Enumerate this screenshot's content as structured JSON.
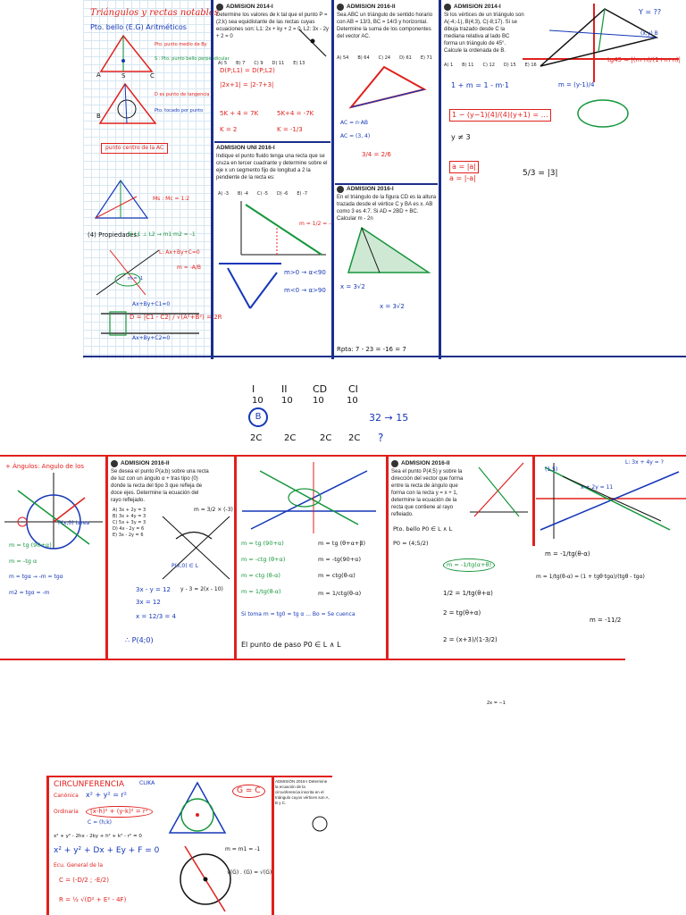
{
  "board1": {
    "col1": {
      "title": "Triángulos y rectas notables",
      "subtitle": "Pto. bello (E.G) Aritméticos",
      "note_a": "Pto. punto medio de By",
      "note_b": "S : Pto. punto bello perpendicular",
      "note_c": "D es punto de tangencia",
      "note_d": "Pto. tocado por punto",
      "note_e": "punto centro de la AC",
      "ratio": "Ms : Mc = 1:2",
      "properties_label": "(4) Propiedades:",
      "perp_note": "Si L1 ⊥ L2 → m1·m2 = -1",
      "line_eq": "L: Ax+By+C=0",
      "slope": "m = -A/B",
      "dist_formula": "D = |C1 - C2| / √(A²+B²) = 2R",
      "line1": "Ax+By+C1=0",
      "line2": "Ax+By+C2=0",
      "circle_note": "m = -1"
    },
    "col2": {
      "exam_title": "ADMISIÓN 2014-I",
      "exam_text": "Determine los valores de k tal que el punto P = (2;k) sea equidistante de las rectas cuyas ecuaciones son: L1: 2x + ky + 2 = 0, L2: 3x - 2y + 2 = 0",
      "options": [
        "A) 5",
        "B) 7",
        "C) 9",
        "D) 11",
        "E) 13"
      ],
      "work": [
        "D(P;L1) = D(P;L2)",
        "|2x+1| = |2-7+3|",
        "5K + 4 = 7K",
        "K = 2",
        "5K+4 = -7K",
        "K = -1/3"
      ],
      "exam2_title": "ADMISIÓN UNI 2016-I",
      "exam2_text": "Indique el punto fluido tenga una recta que se cruza en tercer cuadrante y determine sobre el eje x un segmento fijo de longitud a 2 la pendiente de la recta es:",
      "options2": [
        "A) -3",
        "B) -4",
        "C) -5",
        "D) -6",
        "E) -7"
      ],
      "slope_note": "m = 1/2 = -4",
      "angle_note1": "m>0 → α<90",
      "angle_note2": "m<0 → α>90"
    },
    "col3": {
      "exam_title": "ADMISIÓN 2016-II",
      "exam_text": "Sea ABC un triángulo de sentido horario con AB = 13/3, BC = 14/3 y horizontal. Determine la suma de los componentes del vector AC.",
      "options": [
        "A) 54",
        "B) 64",
        "C) 24",
        "D) 61",
        "E) 71"
      ],
      "exam2_title": "ADMISIÓN 2016-I",
      "exam2_text": "En el triángulo de la figura CD es la altura trazada desde el vértice C y BA es x. AB como 3 es 4:7. Si AD = 2BD + BC. Calcular m - 2n",
      "work": [
        "AC = n·AB",
        "AC = (3, 4)",
        "3/4 = 2/6",
        "x = 3√2",
        "Rpta: 7 - 23 = -16 = 7"
      ]
    },
    "col4": {
      "exam_title": "ADMISIÓN 2014-I",
      "exam_text": "Si los vértices de un triángulo son A(-4;-1), B(4;3), C(-8;17). Si se dibuja trazado desde C la mediana relativa al lado BC forma un triángulo de 45°. Calcule la ordenada de B.",
      "options": [
        "A) 1",
        "B) 11",
        "C) 12",
        "D) 15",
        "E) 16"
      ],
      "work": [
        "1 + m = 1 - m·1",
        "m = (y-1)/4",
        "tg45 = |(m-n)/(1+m·n)|",
        "y ≠ 3",
        "a = |a|",
        "a = |-a|",
        "5/3 = |3|"
      ],
      "question": "Y = ??",
      "point": "(x,y) B"
    }
  },
  "middle": {
    "top_labels": [
      "I",
      "II",
      "CD",
      "CI"
    ],
    "top_values": [
      "10",
      "10",
      "10",
      "10"
    ],
    "circled": "B",
    "score": "32 → 15",
    "row2": [
      "2C",
      "2C",
      "2C",
      "2C",
      "?"
    ]
  },
  "board2": {
    "col1": {
      "title": "+ Ángulos: Angulo de los",
      "labels": [
        "m = tg (90+α)",
        "m = -tg α",
        "m = tgα → -m = tgα",
        "m2 = tgα = -m"
      ],
      "point": "P(x,0) tarea"
    },
    "col2": {
      "exam_title": "ADMISIÓN 2016-II",
      "exam_text": "Se desea el punto P(a;b) sobre una recta de luz con un ángulo α + tras tipo (0) donde la recta del tipo 3 que refleja de doce ejes. Determine la ecuación del rayo reflejado.",
      "options": [
        "A) 3x + 2y = 3",
        "B) 3x + 4y = 3",
        "C) 5x + 3y = 3",
        "D) 4x - 2y = 6",
        "E) 3x - 2y = 6"
      ],
      "work": [
        "P(x,0) ∈ L",
        "m = 3/2 × (-3)",
        "3x - y = 12",
        "3x = 12",
        "x = 12/3 = 4",
        "y - 3 = 2(x - 10)",
        "∴ P(4;0)"
      ]
    },
    "col3": {
      "labels": [
        "m = tg (90+α)",
        "m = -ctg (θ+α)",
        "m = ctg (θ-α)",
        "m = 1/tg(θ-α)"
      ],
      "work": [
        "m = tg (θ+α+β)",
        "m = -tg(90+α)",
        "m = ctg(θ-α)",
        "m = 1/ctg(θ-α)"
      ],
      "conclusion": "Si toma m = tg0 = tg α ... Bo = Se cuenca",
      "final": "El punto de paso P0 ∈ L ∧ L"
    },
    "col4": {
      "exam_title": "ADMISIÓN 2016-II",
      "exam_text": "Sea el punto P(4;5) y sobre la dirección del vector que forma entre la recta de ángulo que forma con la recta y = x + 1, determine la ecuación de la recta que contiene al rayo reflejado.",
      "work": [
        "Pto. bello P0 ∈ L ∧ L",
        "P0 = (4;5/2)",
        "m = -1/tg(α+θ)",
        "1/2 = 1/tg(θ+α)",
        "2 = tg(θ+α)",
        "2 = (x+3)/(1-3/2)"
      ]
    },
    "col5": {
      "work": [
        "L: 3x + 4y = ?",
        "m = -1/tg(θ-α)",
        "m = 1/tg(θ-α) = (1 + tgθ·tgα)/(tgθ - tgα)",
        "m = -11/2"
      ],
      "point": "(1,5)",
      "eq": "x + 2y = 11"
    }
  },
  "board3": {
    "title": "CIRCUNFERENCIA",
    "subtitle": "CLIKA",
    "eq1": "x² + y² = r²",
    "label_canonica": "Canónica",
    "eq2": "(x-h)² + (y-k)² = r²",
    "center": "C = (h;k)",
    "label_ordinaria": "Ordinaria",
    "eq3": "x² + y² - 2hx - 2ky + h² + k² - r² = 0",
    "eq4": "x² + y² + Dx + Ey + F = 0",
    "label_general": "Ecu. General de la",
    "center_general": "C = (-D/2 ; -E/2)",
    "radius": "R = ½ √(D² + E² - 4F)",
    "note_g": "G = C",
    "tangent_note": "m = m1 = -1",
    "sqrt_note": "√(G) . (G) = √(G)",
    "exam_text": "ADMISIÓN 2016-I Determine la ecuación de la circunferencia inscrita en el triángulo cuyos vértices son A, B y C."
  },
  "colors": {
    "red": "#e0201c",
    "blue": "#1537b8",
    "green": "#14963a",
    "navy_border": "#1a2e8a",
    "grid": "#d7e7f2"
  }
}
